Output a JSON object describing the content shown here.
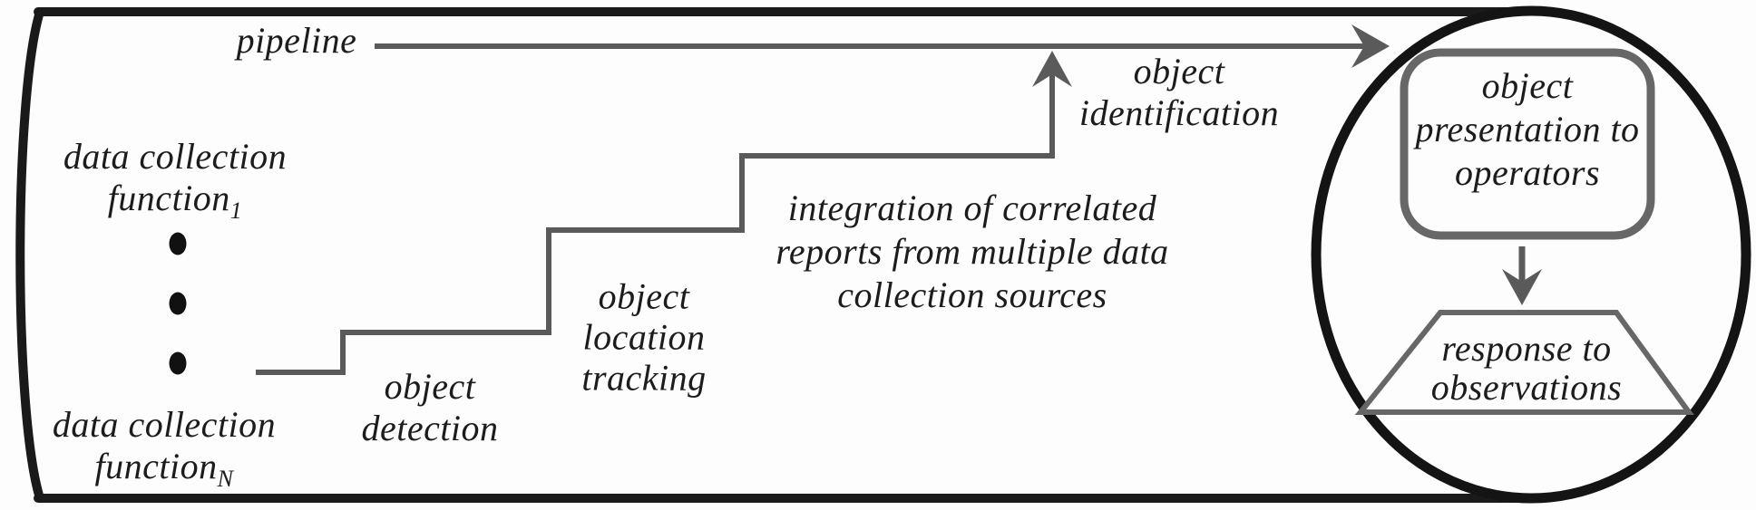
{
  "title": "object data collection and presentation pipeline diagram",
  "colors": {
    "outline": "#1a1a1a",
    "flow": "#5a5a5a",
    "text": "#1c1c1c",
    "background": "#fdfdfd"
  },
  "pipeline": {
    "label": "pipeline"
  },
  "sources": {
    "top": {
      "line1": "data collection",
      "base": "function",
      "sub": "1"
    },
    "bottom": {
      "line1": "data collection",
      "base": "function",
      "sub": "N"
    },
    "ellipsis_dots": 3
  },
  "stages": {
    "detection": {
      "line1": "object",
      "line2": "detection"
    },
    "tracking": {
      "line1": "object",
      "line2": "location",
      "line3": "tracking"
    },
    "integration": {
      "line1": "integration of correlated",
      "line2": "reports from multiple data",
      "line3": "collection sources"
    },
    "identification": {
      "line1": "object",
      "line2": "identification"
    }
  },
  "operator_loop": {
    "presentation": {
      "line1": "object",
      "line2": "presentation to",
      "line3": "operators"
    },
    "response": {
      "line1": "response to",
      "line2": "observations"
    }
  }
}
